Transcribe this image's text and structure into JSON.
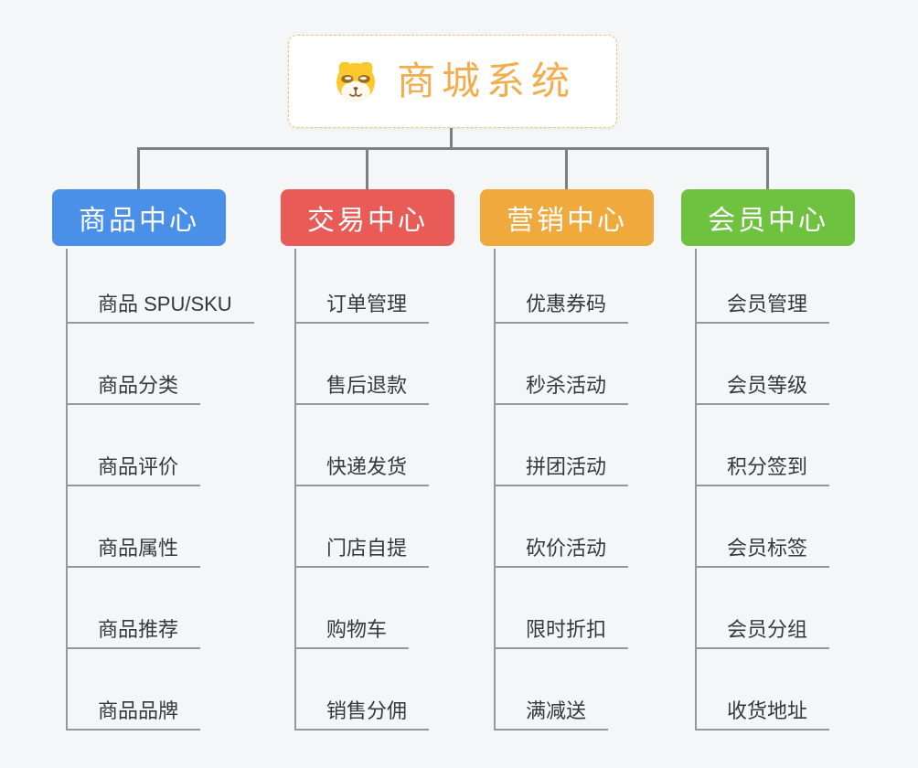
{
  "root": {
    "title": "商城系统",
    "icon": "dog-face-icon",
    "accent_color": "#f2ae4c",
    "border_color": "#f4c06e"
  },
  "branches": [
    {
      "label": "商品中心",
      "color": "#4a8fe8",
      "items": [
        "商品 SPU/SKU",
        "商品分类",
        "商品评价",
        "商品属性",
        "商品推荐",
        "商品品牌"
      ]
    },
    {
      "label": "交易中心",
      "color": "#e85b56",
      "items": [
        "订单管理",
        "售后退款",
        "快递发货",
        "门店自提",
        "购物车",
        "销售分佣"
      ]
    },
    {
      "label": "营销中心",
      "color": "#efa93d",
      "items": [
        "优惠券码",
        "秒杀活动",
        "拼团活动",
        "砍价活动",
        "限时折扣",
        "满减送"
      ]
    },
    {
      "label": "会员中心",
      "color": "#6fc240",
      "items": [
        "会员管理",
        "会员等级",
        "积分签到",
        "会员标签",
        "会员分组",
        "收货地址"
      ]
    }
  ],
  "colors": {
    "background": "#f5f6f7",
    "connector_line": "#7f7f7f",
    "item_line": "#94989b",
    "item_text": "#35383c"
  }
}
